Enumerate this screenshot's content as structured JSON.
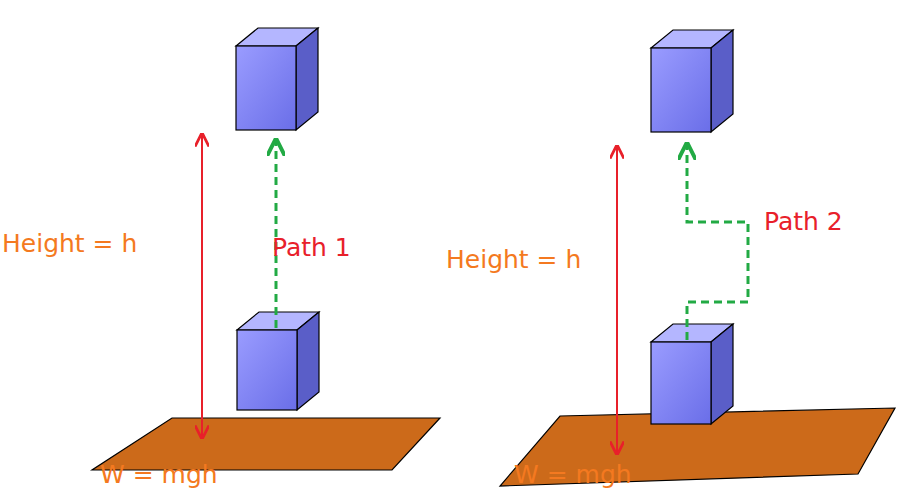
{
  "diagram": {
    "labels": [
      "Height = h",
      "Path 1",
      "Height = h",
      "Path 2",
      "W = mgh",
      "W = mgh"
    ]
  }
}
